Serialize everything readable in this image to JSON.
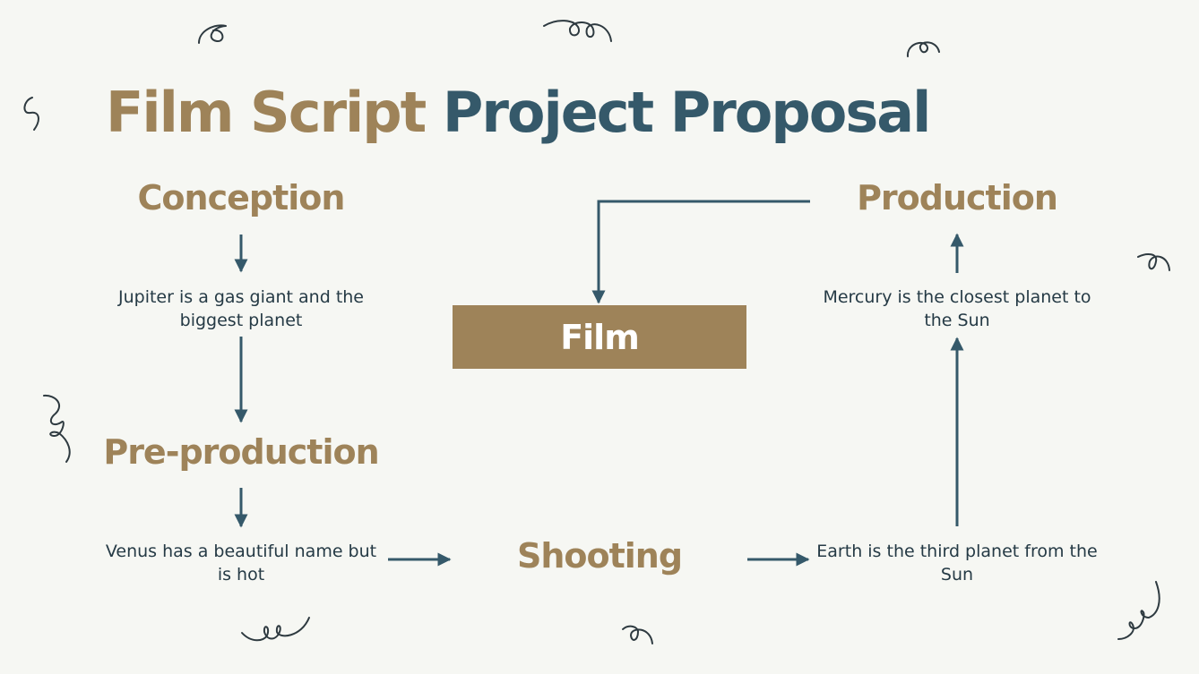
{
  "title": {
    "part1": "Film Script",
    "part2": "Project Proposal"
  },
  "colors": {
    "background": "#f6f7f3",
    "accent_gold": "#9e8359",
    "accent_teal": "#35596a",
    "text_dark": "#253a45"
  },
  "stages": {
    "conception": {
      "label": "Conception",
      "description": "Jupiter is a gas giant and the biggest planet"
    },
    "preproduction": {
      "label": "Pre-production",
      "description": "Venus has a beautiful name but is hot"
    },
    "shooting": {
      "label": "Shooting",
      "description": "Earth is the third planet from the Sun"
    },
    "production": {
      "label": "Production",
      "description": "Mercury is the closest planet to the Sun"
    },
    "film": {
      "label": "Film"
    }
  },
  "flow": [
    "Conception",
    "Jupiter is a gas giant and the biggest planet",
    "Pre-production",
    "Venus has a beautiful name but is hot",
    "Shooting",
    "Earth is the third planet from the Sun",
    "Mercury is the closest planet to the Sun",
    "Production",
    "Film"
  ]
}
